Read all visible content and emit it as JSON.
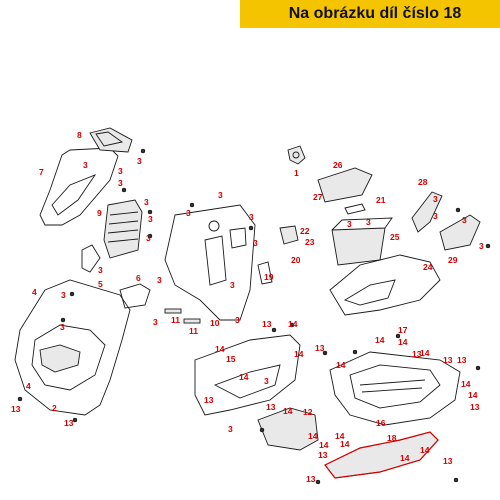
{
  "banner": {
    "text": "Na obrázku díl číslo 18"
  },
  "colors": {
    "banner_bg": "#f5c400",
    "callout": "#d40000",
    "highlight": "#d40000"
  },
  "callouts": {
    "c1": "1",
    "c2": "2",
    "c3": "3",
    "c4": "4",
    "c5": "5",
    "c6": "6",
    "c7": "7",
    "c8": "8",
    "c9": "9",
    "c10": "10",
    "c11": "11",
    "c12": "12",
    "c13": "13",
    "c14": "14",
    "c15": "15",
    "c16": "16",
    "c17": "17",
    "c18": "18",
    "c19": "19",
    "c20": "20",
    "c21": "21",
    "c22": "22",
    "c23": "23",
    "c24": "24",
    "c25": "25",
    "c26": "26",
    "c27": "27",
    "c28": "28",
    "c29": "29"
  }
}
